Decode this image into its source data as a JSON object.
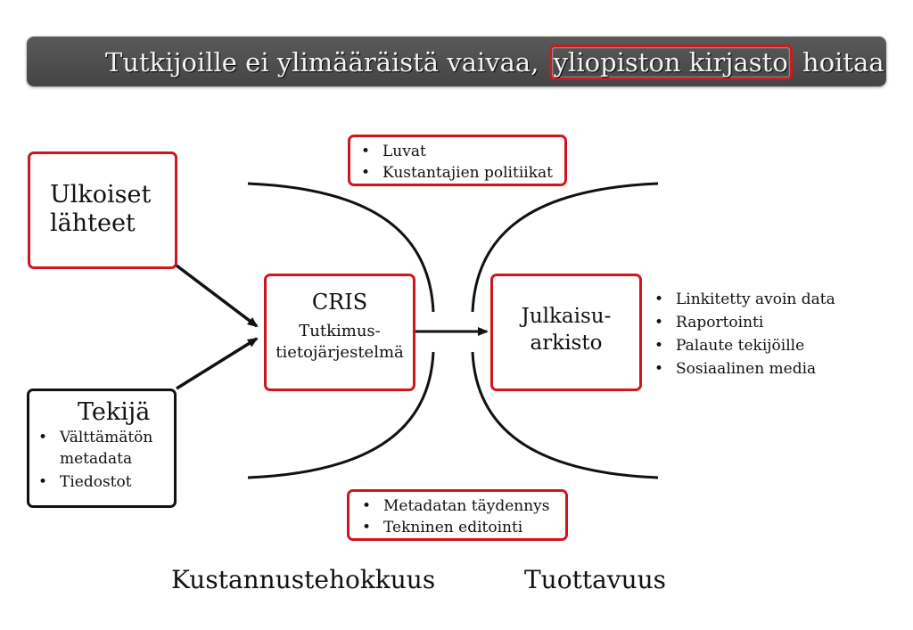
{
  "title": {
    "before": "Tutkijoille ei ylimääräistä vaivaa, ",
    "highlight": "yliopiston kirjasto",
    "after": " hoitaa"
  },
  "external_sources": {
    "line1": "Ulkoiset",
    "line2": "lähteet"
  },
  "author": {
    "title": "Tekijä",
    "items": [
      "Välttämätön metadata",
      "Tiedostot"
    ]
  },
  "cris": {
    "title": "CRIS",
    "line1": "Tutkimus-",
    "line2": "tietojärjestelmä"
  },
  "repository": {
    "line1": "Julkaisu-",
    "line2": "arkisto"
  },
  "top_box": {
    "items": [
      "Luvat",
      "Kustantajien politiikat"
    ]
  },
  "bottom_box": {
    "items": [
      "Metadatan täydennys",
      "Tekninen editointi"
    ]
  },
  "outputs": {
    "items": [
      "Linkitetty avoin data",
      "Raportointi",
      "Palaute tekijöille",
      "Sosiaalinen media"
    ]
  },
  "bottom_labels": {
    "left": "Kustannustehokkuus",
    "right": "Tuottavuus"
  },
  "colors": {
    "accent_red": "#d0161c",
    "title_bar": "#4e4e4e"
  }
}
